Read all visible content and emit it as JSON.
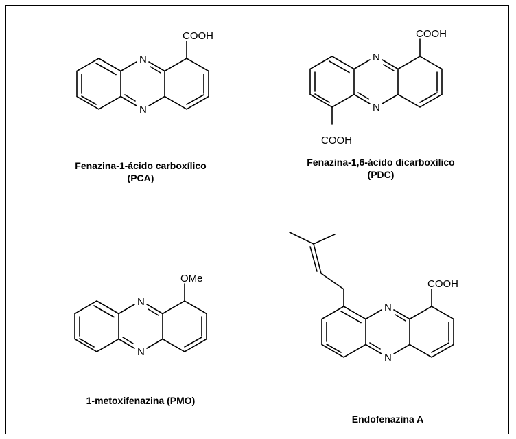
{
  "molecules": [
    {
      "id": "pca",
      "name_line1": "Fenazina-1-ácido carboxílico",
      "name_line2": "(PCA)",
      "atoms": {
        "n_top": "N",
        "n_bottom": "N",
        "sub1": "COOH"
      }
    },
    {
      "id": "pdc",
      "name_line1": "Fenazina-1,6-ácido dicarboxílico",
      "name_line2": "(PDC)",
      "atoms": {
        "n_top": "N",
        "n_bottom": "N",
        "sub1": "COOH",
        "sub6": "COOH"
      }
    },
    {
      "id": "pmo",
      "name_line1": "1-metoxifenazina (PMO)",
      "atoms": {
        "n_top": "N",
        "n_bottom": "N",
        "sub1": "OMe"
      }
    },
    {
      "id": "endo",
      "name_line1": "Endofenazina A",
      "atoms": {
        "n_top": "N",
        "n_bottom": "N",
        "sub1": "COOH"
      }
    }
  ]
}
